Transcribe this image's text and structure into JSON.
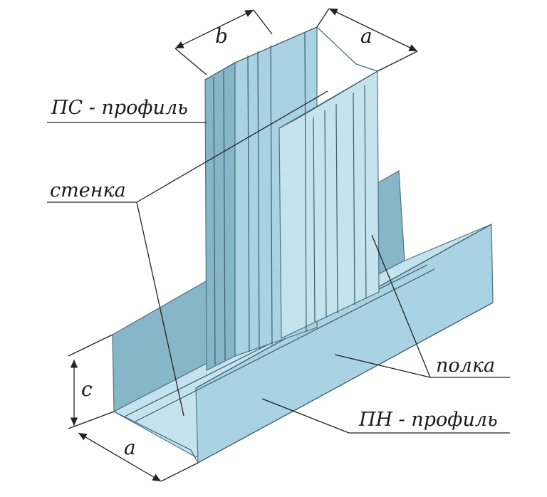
{
  "labels": {
    "ps_profile": "ПС - профиль",
    "wall": "стенка",
    "flange": "полка",
    "pn_profile": "ПН - профиль"
  },
  "dimensions": {
    "b_top": "b",
    "a_top": "a",
    "c_side": "c",
    "a_bottom": "a"
  },
  "colors": {
    "metal": "#a9d2e2",
    "metal_dark": "#86b6c8",
    "metal_light": "#c5e3ee"
  }
}
